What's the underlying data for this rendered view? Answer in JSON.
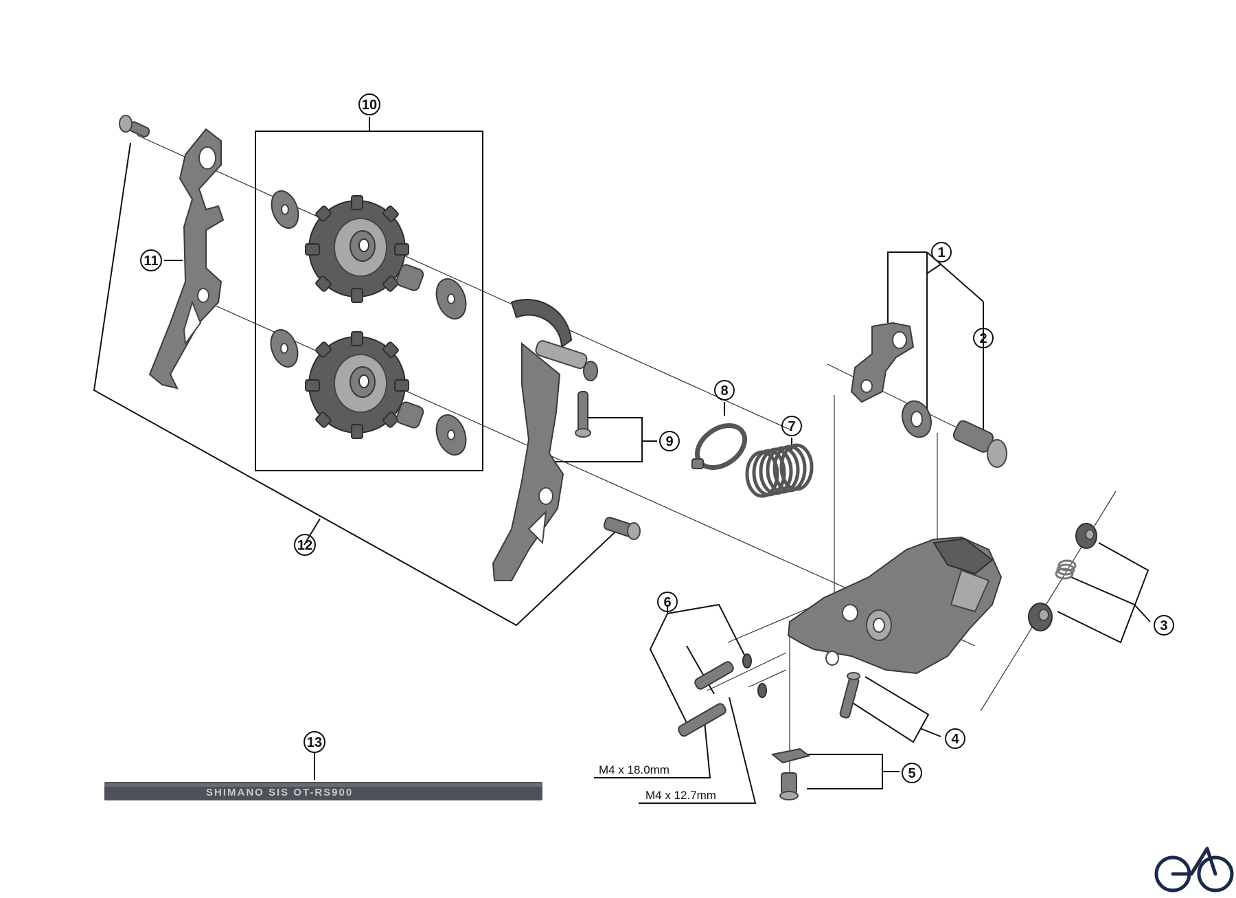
{
  "callouts": [
    {
      "num": "1"
    },
    {
      "num": "2"
    },
    {
      "num": "3"
    },
    {
      "num": "4"
    },
    {
      "num": "5"
    },
    {
      "num": "6"
    },
    {
      "num": "7"
    },
    {
      "num": "8"
    },
    {
      "num": "9"
    },
    {
      "num": "10"
    },
    {
      "num": "11"
    },
    {
      "num": "12"
    },
    {
      "num": "13"
    }
  ],
  "dimensions": {
    "bolt_long": "M4 x 18.0mm",
    "bolt_short": "M4 x 12.7mm"
  },
  "cable": {
    "print": "SHIMANO SIS OT-RS900",
    "color": "#4e5158"
  },
  "logo": {
    "icon": "bicycle-icon",
    "color": "#1b2a4a"
  }
}
